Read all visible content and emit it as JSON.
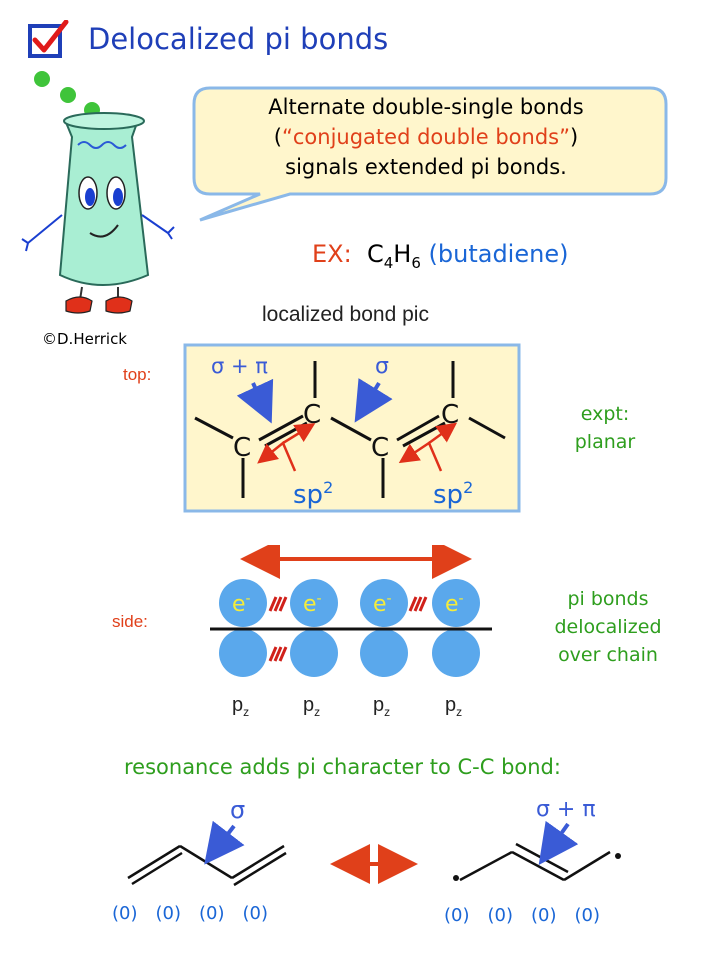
{
  "title": "Delocalized pi bonds",
  "bubble": {
    "line1": "Alternate double-single bonds",
    "line2_open": "(",
    "line2_highlight": "“conjugated double bonds”",
    "line2_close": ")",
    "line3": "signals extended pi bonds."
  },
  "credit": "©D.Herrick",
  "example": {
    "prefix": "EX:",
    "formula_c": "C",
    "formula_c_sub": "4",
    "formula_h": "H",
    "formula_h_sub": "6",
    "name": "(butadiene)"
  },
  "localized": {
    "title": "localized bond pic",
    "top_label": "top:",
    "sigma_pi": "σ + π",
    "sigma": "σ",
    "atom": "C",
    "sp2": "sp",
    "sp2_sup": "2",
    "expt_line1": "expt:",
    "expt_line2": "planar"
  },
  "side_view": {
    "label": "side:",
    "electron": "e",
    "electron_sup": "-",
    "pz": "p",
    "pz_sub": "z",
    "note_line1": "pi bonds",
    "note_line2": "delocalized",
    "note_line3": "over chain"
  },
  "resonance": {
    "title": "resonance adds pi character to C-C bond:",
    "left_label": "σ",
    "right_label": "σ + π",
    "zero": "(0)"
  },
  "colors": {
    "title_blue": "#1f3fb8",
    "accent_orange": "#e0401a",
    "green": "#2e9e1e",
    "panel_bg": "#fff6cc",
    "panel_border": "#8ab8e8",
    "orbital_blue": "#5aa8ec",
    "arrow_blue": "#3a5bd6"
  }
}
